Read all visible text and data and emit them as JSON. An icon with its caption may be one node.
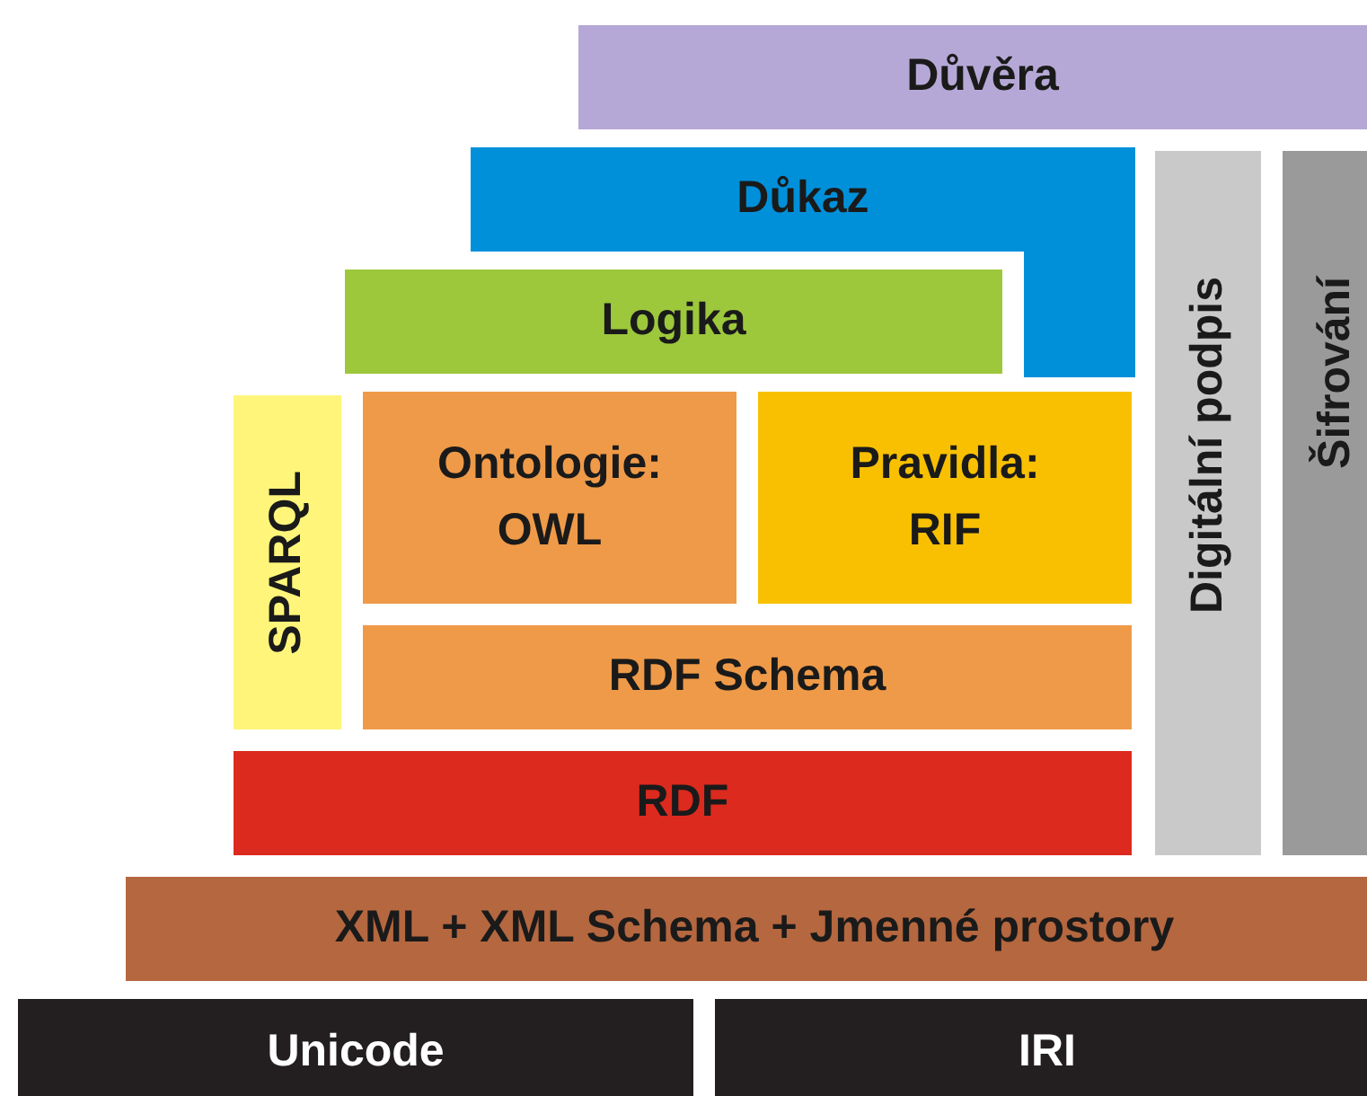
{
  "diagram": {
    "nodes": [
      {
        "text": [
          "Důvěra"
        ]
      },
      {
        "text": [
          "Důkaz"
        ]
      },
      {
        "text": [
          "Logika"
        ]
      },
      {
        "text": [
          "SPARQL"
        ]
      },
      {
        "text": [
          "Ontologie: OWL"
        ]
      },
      {
        "text": [
          "Pravidla: RIF"
        ]
      },
      {
        "text": [
          "Digitální podpis"
        ]
      },
      {
        "text": [
          "Šifrování"
        ]
      },
      {
        "text": [
          "RDF Schema"
        ]
      },
      {
        "text": [
          "RDF"
        ]
      },
      {
        "text": [
          "XML + XML Schema + Jmenné prostory"
        ]
      },
      {
        "text": [
          "Unicode"
        ]
      },
      {
        "text": [
          "IRI"
        ]
      }
    ]
  }
}
